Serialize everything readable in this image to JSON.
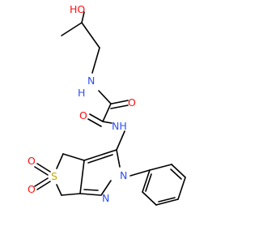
{
  "molecule": {
    "atoms": {
      "hydroxyl": {
        "label": "HO",
        "color": "#ff0d0d"
      },
      "amide_nh_top": {
        "label": "H",
        "n": "N",
        "color": "#3050f8"
      },
      "carbonyl_o_top": {
        "label": "O",
        "color": "#ff0d0d"
      },
      "carbonyl_o_bottom": {
        "label": "O",
        "color": "#ff0d0d"
      },
      "amide_nh_bottom": {
        "label": "NH",
        "color": "#3050f8"
      },
      "ring_n2": {
        "label": "N",
        "color": "#3050f8"
      },
      "ring_n1": {
        "label": "N",
        "color": "#3050f8"
      },
      "sulfur": {
        "label": "S",
        "color": "#c8a800"
      },
      "sulfonyl_o_top": {
        "label": "O",
        "color": "#ff0d0d"
      },
      "sulfonyl_o_bottom": {
        "label": "O",
        "color": "#ff0d0d"
      }
    }
  }
}
